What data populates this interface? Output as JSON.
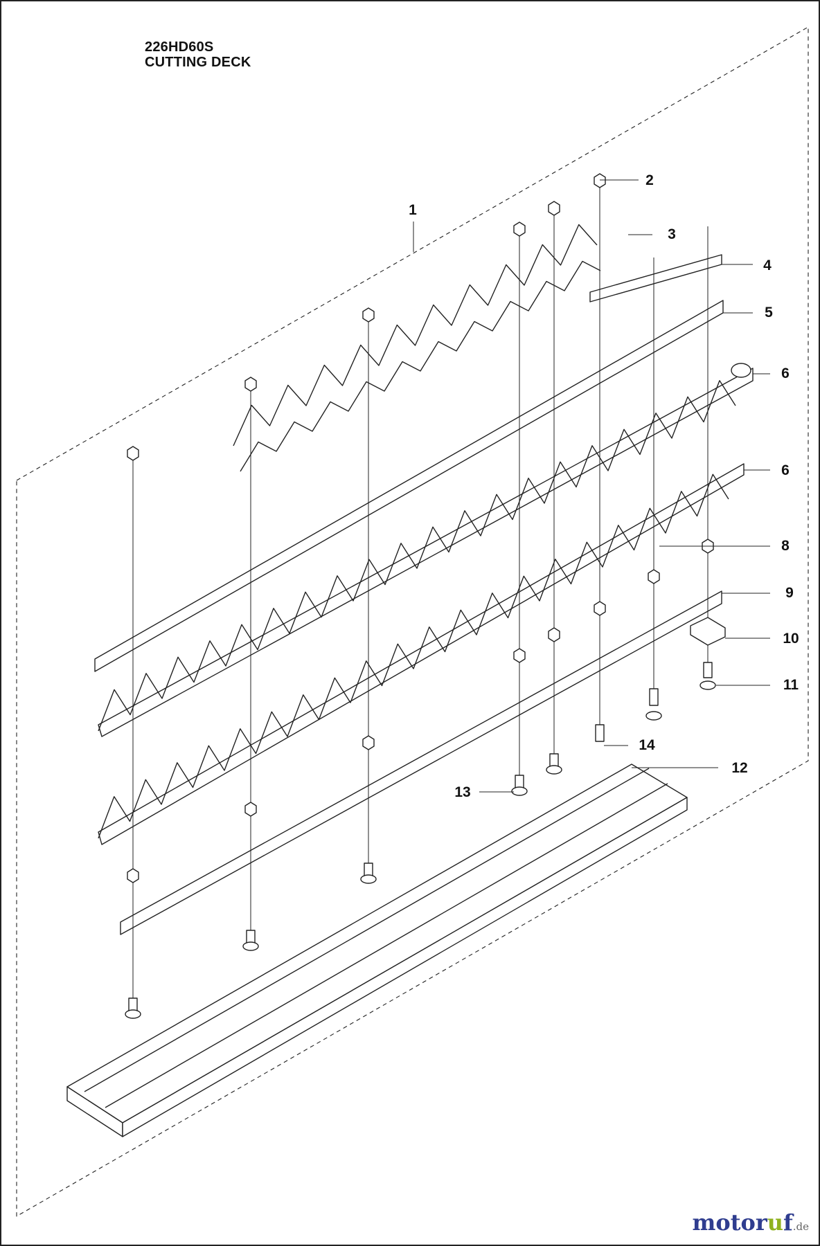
{
  "diagram": {
    "model": "226HD60S",
    "section": "CUTTING DECK"
  },
  "parts": [
    {
      "label": "1"
    },
    {
      "label": "2"
    },
    {
      "label": "3"
    },
    {
      "label": "4"
    },
    {
      "label": "5"
    },
    {
      "label": "6"
    },
    {
      "label": "6"
    },
    {
      "label": "8"
    },
    {
      "label": "9"
    },
    {
      "label": "10"
    },
    {
      "label": "11"
    },
    {
      "label": "12"
    },
    {
      "label": "13"
    },
    {
      "label": "14"
    }
  ],
  "watermark": {
    "main": "motor",
    "accent": "u",
    "end": "f",
    "tld": ".de"
  },
  "colors": {
    "line": "#222222",
    "watermark_blue": "#2f3d8f",
    "watermark_green": "#8fb21e"
  }
}
